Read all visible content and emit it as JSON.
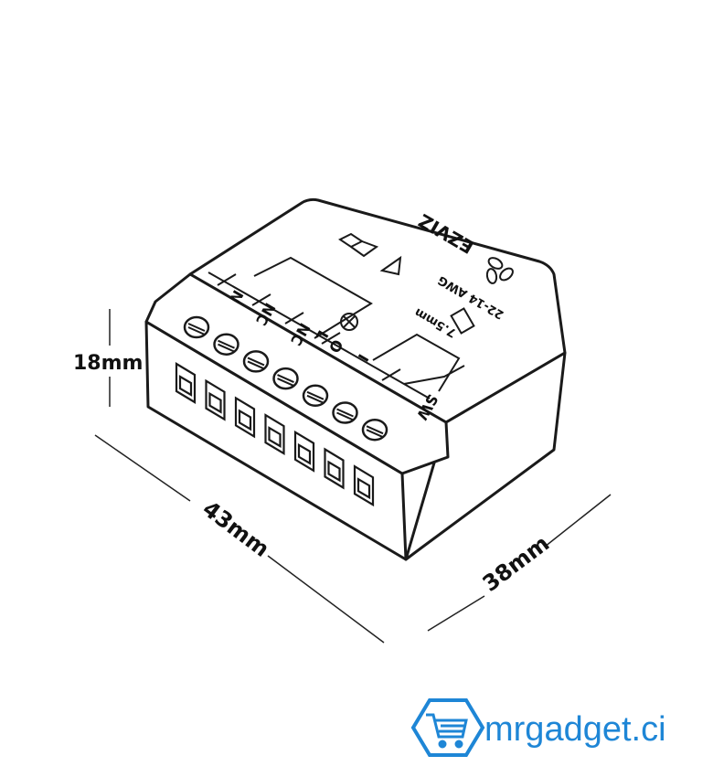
{
  "dimensions": {
    "height": "18mm",
    "width": "43mm",
    "depth": "38mm"
  },
  "device": {
    "brand": "EZVIZ",
    "wire_spec": "22-14 AWG",
    "strip_length": "7.5mm",
    "terminals_left": [
      "N",
      "NC",
      "NC",
      "L",
      "O",
      "I"
    ],
    "terminal_right": "SW"
  },
  "watermark": {
    "text": "mrgadget.ci",
    "color": "#1e86d6"
  }
}
